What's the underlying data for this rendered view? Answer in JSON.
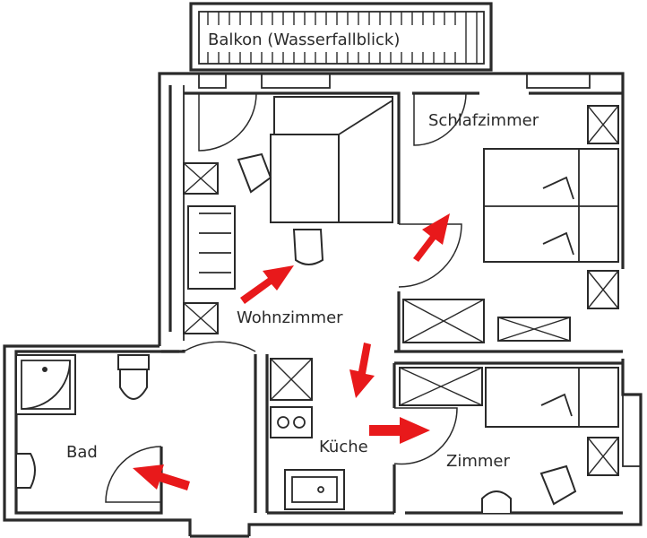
{
  "rooms": {
    "balcony": "Balkon (Wasserfallblick)",
    "bedroom": "Schlafzimmer",
    "living": "Wohnzimmer",
    "bathroom": "Bad",
    "kitchen": "Küche",
    "room": "Zimmer"
  },
  "colors": {
    "walls": "#2a2a2a",
    "arrows": "#e8191b",
    "background": "#ffffff"
  }
}
